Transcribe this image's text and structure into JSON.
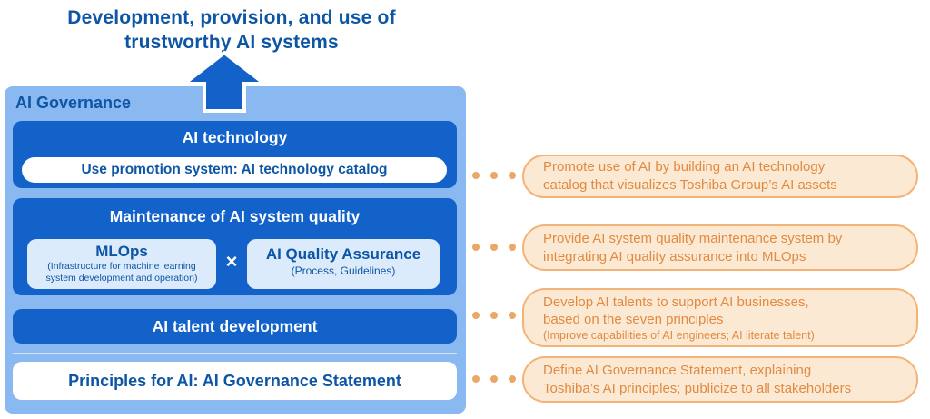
{
  "title": {
    "line1": "Development, provision, and use of",
    "line2": "trustworthy AI systems"
  },
  "governance": {
    "label": "AI Governance",
    "ai_technology": {
      "title": "AI technology",
      "pill": "Use promotion system: AI technology catalog"
    },
    "quality": {
      "title": "Maintenance of AI system quality",
      "mlops": {
        "title": "MLOps",
        "sub_line1": "(Infrastructure for machine learning",
        "sub_line2": "system development and operation)"
      },
      "times": "×",
      "qa": {
        "title": "AI Quality Assurance",
        "subtitle": "(Process, Guidelines)"
      }
    },
    "talent": {
      "title": "AI talent development"
    },
    "principles": {
      "title": "Principles for AI: AI Governance Statement"
    }
  },
  "callouts": [
    {
      "lines": [
        "Promote use of AI by building an AI technology",
        "catalog that visualizes Toshiba Group’s AI assets"
      ]
    },
    {
      "lines": [
        "Provide AI system quality maintenance system by",
        "integrating AI quality assurance into MLOps"
      ]
    },
    {
      "lines": [
        "Develop AI talents to support AI businesses,",
        "based on the seven principles"
      ],
      "note": "(Improve capabilities of AI engineers; AI literate talent)"
    },
    {
      "lines": [
        "Define AI Governance Statement, explaining",
        "Toshiba’s AI principles; publicize to all stakeholders"
      ]
    }
  ],
  "colors": {
    "dark_navy_text": "#0d55a5",
    "panel_light_blue": "#8ab8f0",
    "box_blue": "#1262ca",
    "pale_blue": "#dcebfc",
    "callout_fill": "#fce9d4",
    "callout_border": "#f3b377",
    "callout_text": "#e18a41",
    "dot_orange": "#eaa767"
  }
}
